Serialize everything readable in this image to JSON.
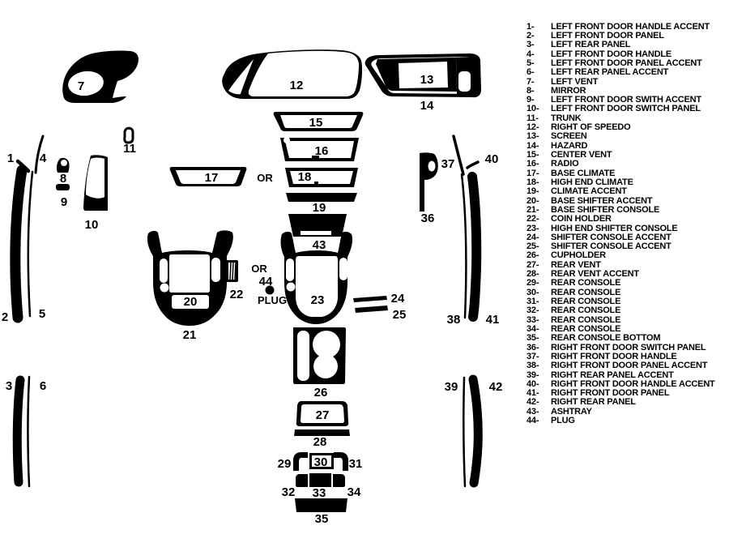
{
  "colors": {
    "ink": "#000000",
    "paper": "#ffffff"
  },
  "legend": {
    "items": [
      {
        "num": "1-",
        "name": "LEFT FRONT DOOR HANDLE ACCENT"
      },
      {
        "num": "2-",
        "name": "LEFT FRONT DOOR PANEL"
      },
      {
        "num": "3-",
        "name": "LEFT REAR PANEL"
      },
      {
        "num": "4-",
        "name": "LEFT FRONT DOOR HANDLE"
      },
      {
        "num": "5-",
        "name": "LEFT FRONT DOOR PANEL ACCENT"
      },
      {
        "num": "6-",
        "name": "LEFT REAR PANEL ACCENT"
      },
      {
        "num": "7-",
        "name": "LEFT VENT"
      },
      {
        "num": "8-",
        "name": "MIRROR"
      },
      {
        "num": "9-",
        "name": "LEFT FRONT DOOR SWITH ACCENT"
      },
      {
        "num": "10-",
        "name": "LEFT FRONT DOOR SWITCH PANEL"
      },
      {
        "num": "11-",
        "name": "TRUNK"
      },
      {
        "num": "12-",
        "name": "RIGHT OF SPEEDO"
      },
      {
        "num": "13-",
        "name": "SCREEN"
      },
      {
        "num": "14-",
        "name": "HAZARD"
      },
      {
        "num": "15-",
        "name": "CENTER VENT"
      },
      {
        "num": "16-",
        "name": "RADIO"
      },
      {
        "num": "17-",
        "name": "BASE CLIMATE"
      },
      {
        "num": "18-",
        "name": "HIGH END CLIMATE"
      },
      {
        "num": "19-",
        "name": "CLIMATE ACCENT"
      },
      {
        "num": "20-",
        "name": "BASE SHIFTER ACCENT"
      },
      {
        "num": "21-",
        "name": "BASE SHIFTER CONSOLE"
      },
      {
        "num": "22-",
        "name": "COIN HOLDER"
      },
      {
        "num": "23-",
        "name": "HIGH END SHIFTER CONSOLE"
      },
      {
        "num": "24-",
        "name": "SHIFTER CONSOLE ACCENT"
      },
      {
        "num": "25-",
        "name": "SHIFTER CONSOLE ACCENT"
      },
      {
        "num": "26-",
        "name": "CUPHOLDER"
      },
      {
        "num": "27-",
        "name": "REAR VENT"
      },
      {
        "num": "28-",
        "name": "REAR VENT ACCENT"
      },
      {
        "num": "29-",
        "name": "REAR CONSOLE"
      },
      {
        "num": "30-",
        "name": "REAR CONSOLE"
      },
      {
        "num": "31-",
        "name": "REAR CONSOLE"
      },
      {
        "num": "32-",
        "name": "REAR CONSOLE"
      },
      {
        "num": "33-",
        "name": "REAR CONSOLE"
      },
      {
        "num": "34-",
        "name": "REAR CONSOLE"
      },
      {
        "num": "35-",
        "name": "REAR CONSOLE BOTTOM"
      },
      {
        "num": "36-",
        "name": "RIGHT FRONT DOOR SWITCH PANEL"
      },
      {
        "num": "37-",
        "name": "RIGHT FRONT DOOR HANDLE"
      },
      {
        "num": "38-",
        "name": "RIGHT FRONT DOOR PANEL ACCENT"
      },
      {
        "num": "39-",
        "name": "RIGHT REAR PANEL ACCENT"
      },
      {
        "num": "40-",
        "name": "RIGHT FRONT DOOR HANDLE ACCENT"
      },
      {
        "num": "41-",
        "name": "RIGHT FRONT DOOR PANEL"
      },
      {
        "num": "42-",
        "name": "RIGHT REAR PANEL"
      },
      {
        "num": "43-",
        "name": "ASHTRAY"
      },
      {
        "num": "44-",
        "name": "PLUG"
      }
    ]
  },
  "diagram": {
    "labels": {
      "n1": "1",
      "n2": "2",
      "n3": "3",
      "n4": "4",
      "n5": "5",
      "n6": "6",
      "n7": "7",
      "n8": "8",
      "n9": "9",
      "n10": "10",
      "n11": "11",
      "n12": "12",
      "n13": "13",
      "n14": "14",
      "n15": "15",
      "n16": "16",
      "n17": "17",
      "n18": "18",
      "n19": "19",
      "n20": "20",
      "n21": "21",
      "n22": "22",
      "n23": "23",
      "n24": "24",
      "n25": "25",
      "n26": "26",
      "n27": "27",
      "n28": "28",
      "n29": "29",
      "n30": "30",
      "n31": "31",
      "n32": "32",
      "n33": "33",
      "n34": "34",
      "n35": "35",
      "n36": "36",
      "n37": "37",
      "n38": "38",
      "n39": "39",
      "n40": "40",
      "n41": "41",
      "n42": "42",
      "n43": "43",
      "n44": "44",
      "or_a": "OR",
      "or_b": "OR",
      "plug": "PLUG"
    }
  }
}
